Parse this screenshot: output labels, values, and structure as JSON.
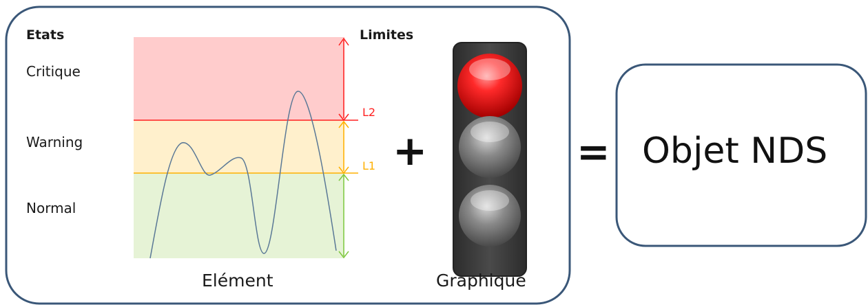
{
  "headers": {
    "states": "Etats",
    "limits": "Limites"
  },
  "states": [
    "Critique",
    "Warning",
    "Normal"
  ],
  "limits": {
    "l2": "L2",
    "l1": "L1"
  },
  "captions": {
    "element": "Elément",
    "graphic": "Graphique"
  },
  "operators": {
    "plus": "+",
    "equals": "="
  },
  "result": {
    "label": "Objet NDS"
  },
  "colors": {
    "critical_zone": "#ffcccc",
    "warning_zone": "#fff0cc",
    "normal_zone": "#e6f3d6",
    "limit_l2": "#ff2020",
    "limit_l1": "#ffb000",
    "normal_arrow": "#7fc840",
    "curve": "#5a7896",
    "frame": "#3a5778"
  },
  "traffic_light": {
    "active": "red",
    "lamps": [
      "red-lamp",
      "off-lamp",
      "off-lamp"
    ]
  }
}
